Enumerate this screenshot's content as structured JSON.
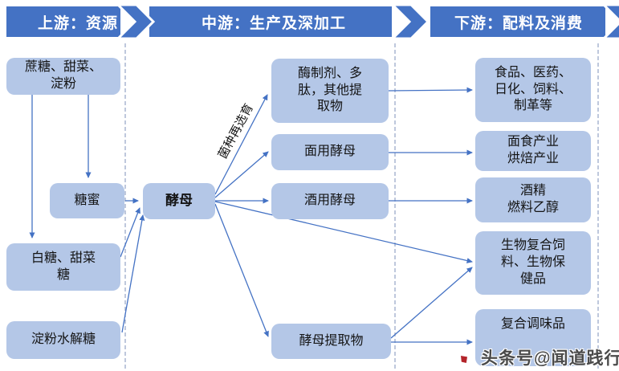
{
  "header": {
    "upstream": "上游：资源",
    "midstream": "中游：生产及深加工",
    "downstream": "下游：配料及消费"
  },
  "upstream": {
    "raw_materials": "蔗糖、甜菜、\n淀粉",
    "molasses": "糖蜜",
    "white_sugar": "白糖、甜菜\n糖",
    "starch_sugar": "淀粉水解糖"
  },
  "midstream": {
    "yeast": "酵母",
    "strain_edge_label": "菌种再选育",
    "enzyme_products": "酶制剂、多\n肽，其他提\n取物",
    "baking_yeast": "面用酵母",
    "wine_yeast": "酒用酵母",
    "yeast_extract": "酵母提取物"
  },
  "downstream": {
    "food_pharma": "食品、医药、\n日化、饲料、\n制革等",
    "pasta_baking": "面食产业\n烘焙产业",
    "alcohol_ethanol": "酒精\n燃料乙醇",
    "bio_feed_health": "生物复合饲\n料、生物保\n健品",
    "compound_seasoning": "复合调味品"
  },
  "watermark": {
    "text": "头条号@闻道践行"
  },
  "colors": {
    "banner_blue": "#4472c4",
    "node_fill": "#b4c7e7",
    "arrow_blue": "#4472c4",
    "dashed_line": "#94a3c6",
    "watermark_red": "#b3242a"
  }
}
